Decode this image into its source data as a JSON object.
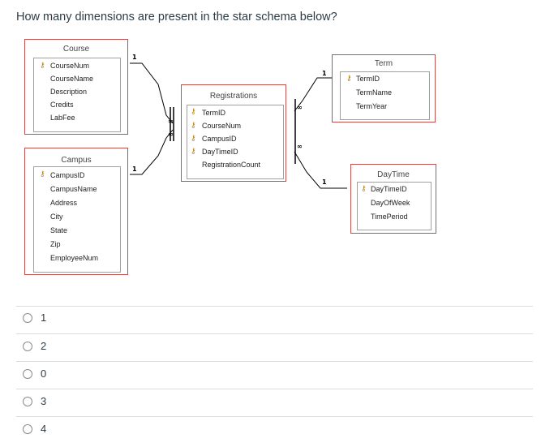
{
  "question": {
    "text": "How many dimensions are present in the star schema below?"
  },
  "diagram": {
    "tables": [
      {
        "name": "Course",
        "fields": [
          {
            "label": "CourseNum",
            "key": true
          },
          {
            "label": "CourseName",
            "key": false
          },
          {
            "label": "Description",
            "key": false
          },
          {
            "label": "Credits",
            "key": false
          },
          {
            "label": "LabFee",
            "key": false
          }
        ]
      },
      {
        "name": "Campus",
        "fields": [
          {
            "label": "CampusID",
            "key": true
          },
          {
            "label": "CampusName",
            "key": false
          },
          {
            "label": "Address",
            "key": false
          },
          {
            "label": "City",
            "key": false
          },
          {
            "label": "State",
            "key": false
          },
          {
            "label": "Zip",
            "key": false
          },
          {
            "label": "EmployeeNum",
            "key": false
          }
        ]
      },
      {
        "name": "Registrations",
        "fields": [
          {
            "label": "TermID",
            "key": true
          },
          {
            "label": "CourseNum",
            "key": true
          },
          {
            "label": "CampusID",
            "key": true
          },
          {
            "label": "DayTimeID",
            "key": true
          },
          {
            "label": "RegistrationCount",
            "key": false
          }
        ]
      },
      {
        "name": "Term",
        "fields": [
          {
            "label": "TermID",
            "key": true
          },
          {
            "label": "TermName",
            "key": false
          },
          {
            "label": "TermYear",
            "key": false
          }
        ]
      },
      {
        "name": "DayTime",
        "fields": [
          {
            "label": "DayTimeID",
            "key": true
          },
          {
            "label": "DayOfWeek",
            "key": false
          },
          {
            "label": "TimePeriod",
            "key": false
          }
        ]
      }
    ],
    "cardinality": {
      "one": "1",
      "many": "∞"
    },
    "key_icon": "key-icon"
  },
  "answers": {
    "options": [
      "1",
      "2",
      "0",
      "3",
      "4"
    ]
  },
  "colors": {
    "table_border": "#c0504d",
    "text": "#2d3b45"
  }
}
